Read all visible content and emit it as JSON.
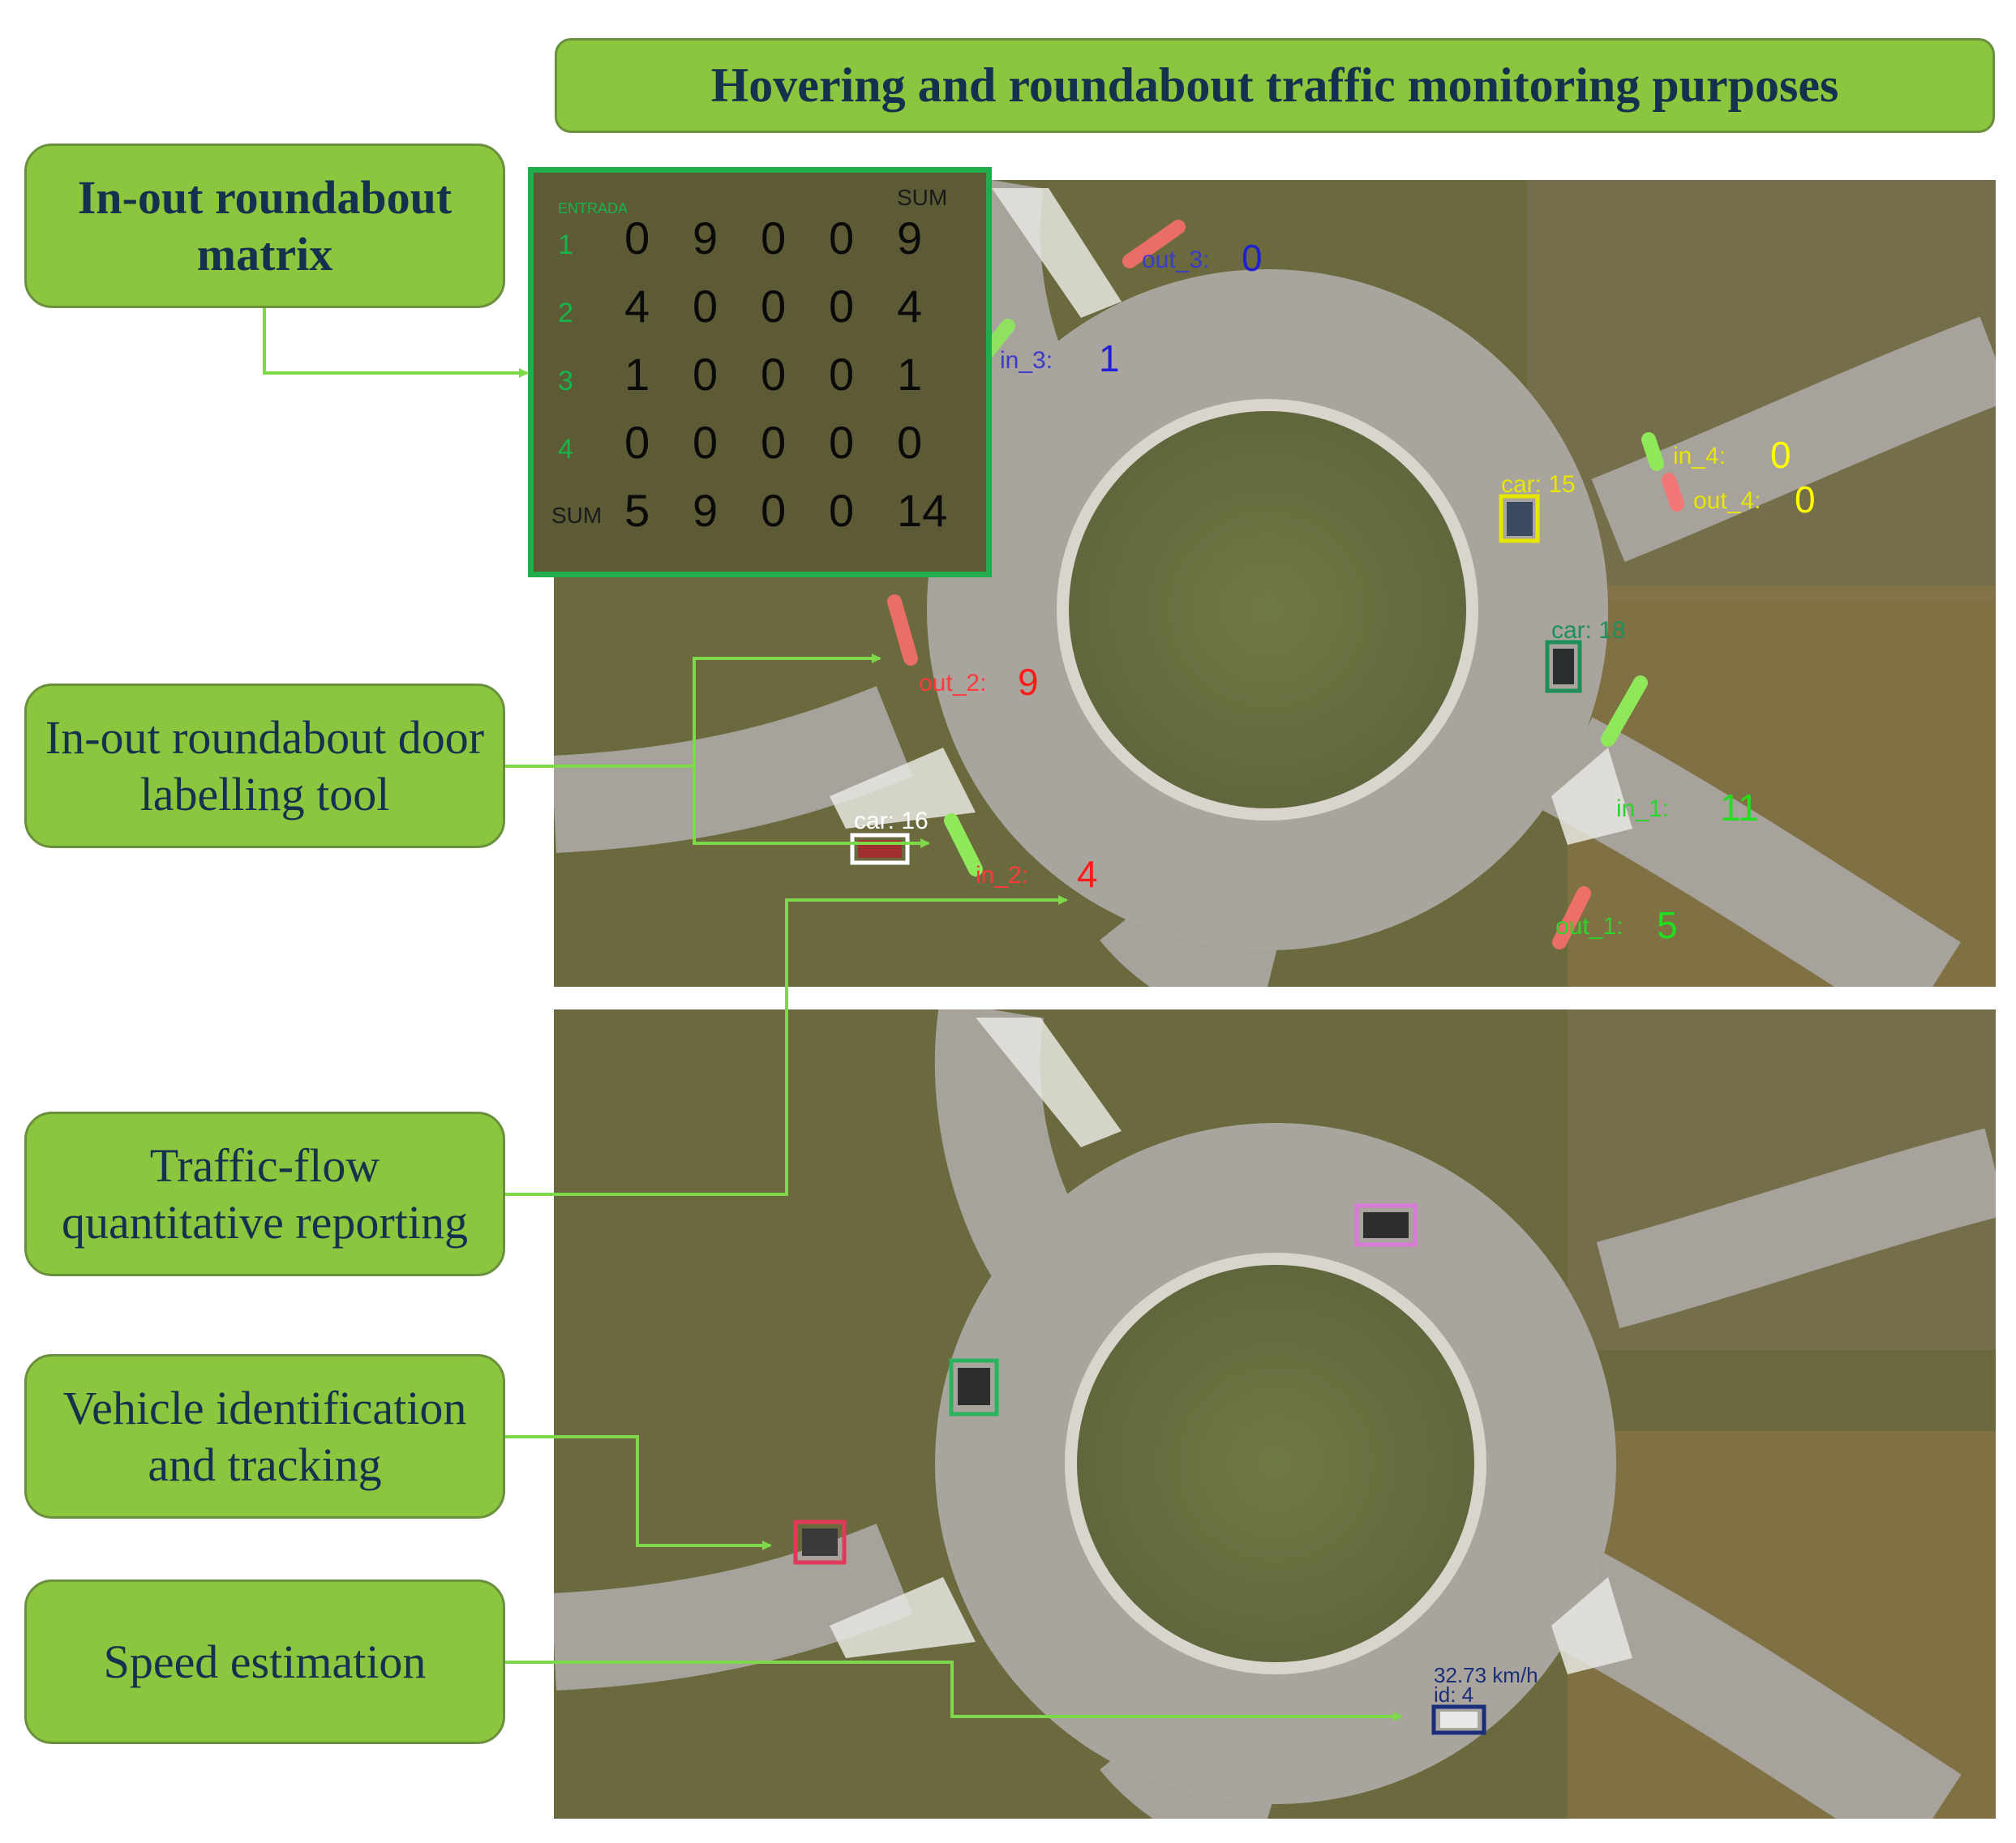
{
  "title": "Hovering and roundabout traffic monitoring purposes",
  "labels": {
    "matrix": "In-out roundabout matrix",
    "door": "In-out roundabout door labelling tool",
    "flow": "Traffic-flow quantitative reporting",
    "vehicle": "Vehicle identification and tracking",
    "speed": "Speed estimation"
  },
  "matrix": {
    "corner_label": "ENTRADA",
    "sum_label": "SUM",
    "rows": [
      {
        "label": "1",
        "cells": [
          "0",
          "9",
          "0",
          "0",
          "9"
        ]
      },
      {
        "label": "2",
        "cells": [
          "4",
          "0",
          "0",
          "0",
          "4"
        ]
      },
      {
        "label": "3",
        "cells": [
          "1",
          "0",
          "0",
          "0",
          "1"
        ]
      },
      {
        "label": "4",
        "cells": [
          "0",
          "0",
          "0",
          "0",
          "0"
        ]
      },
      {
        "label": "SUM",
        "cells": [
          "5",
          "9",
          "0",
          "0",
          "14"
        ]
      }
    ]
  },
  "doors": {
    "out_3": {
      "label": "out_3:",
      "value": "0"
    },
    "in_3": {
      "label": "in_3:",
      "value": "1"
    },
    "in_4": {
      "label": "in_4:",
      "value": "0"
    },
    "out_4": {
      "label": "out_4:",
      "value": "0"
    },
    "out_2": {
      "label": "out_2:",
      "value": "9"
    },
    "in_2": {
      "label": "in_2:",
      "value": "4"
    },
    "in_1": {
      "label": "in_1:",
      "value": "11"
    },
    "out_1": {
      "label": "out_1:",
      "value": "5"
    }
  },
  "top_vehicles": [
    {
      "label": "car: 15",
      "color": "#e6e600"
    },
    {
      "label": "car: 18",
      "color": "#1f8f5a"
    },
    {
      "label": "car: 16",
      "color": "#ffffff"
    }
  ],
  "bottom_vehicles": [
    {
      "speed": "32.73 km/h",
      "id": "id: 4",
      "color": "#1a2f7a"
    }
  ],
  "colors": {
    "box_fill": "#8cc63f",
    "box_border": "#6a8f3d",
    "text": "#15314d",
    "connector": "#7dd84a",
    "matrix_frame": "#1fae4b"
  }
}
